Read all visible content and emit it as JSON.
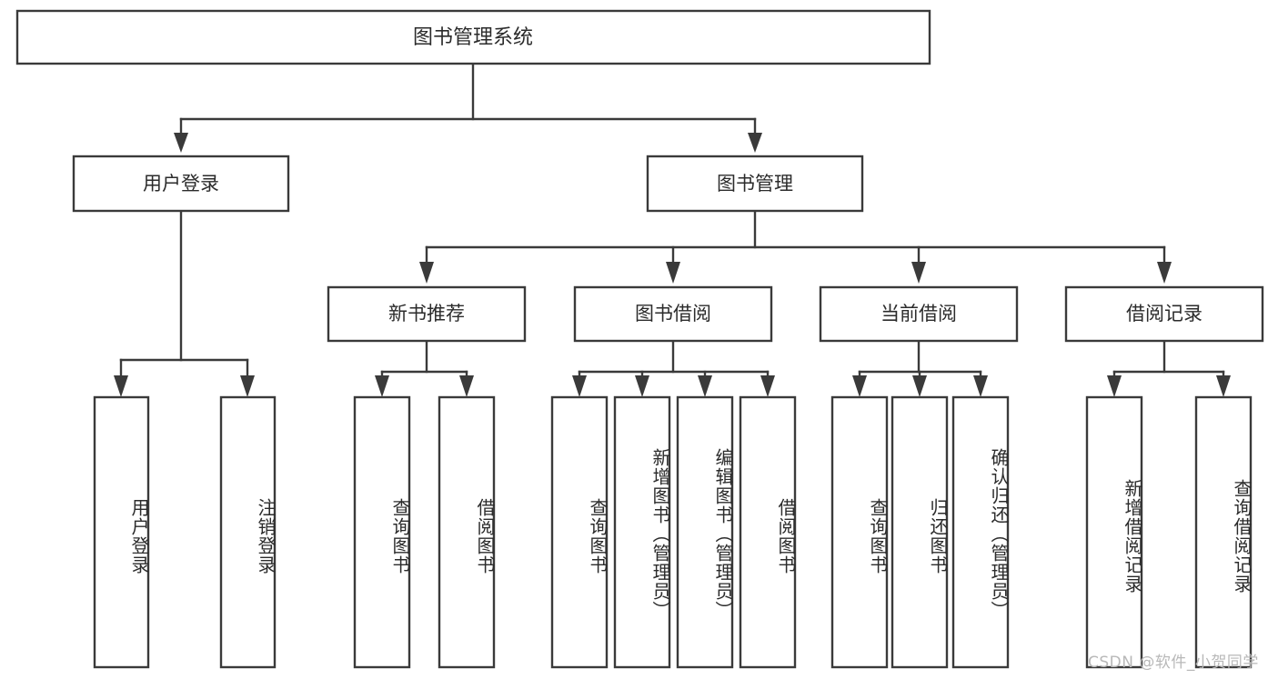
{
  "diagram": {
    "type": "tree",
    "title": "图书管理系统",
    "orientation": "top-down",
    "colors": {
      "box_stroke": "#3a3a3a",
      "box_fill": "#ffffff",
      "text": "#2b2b2b",
      "background": "#ffffff",
      "watermark": "#b8b8b8"
    },
    "root": {
      "label": "图书管理系统"
    },
    "level1": [
      {
        "label": "用户登录"
      },
      {
        "label": "图书管理"
      }
    ],
    "level2": [
      {
        "label": "新书推荐"
      },
      {
        "label": "图书借阅"
      },
      {
        "label": "当前借阅"
      },
      {
        "label": "借阅记录"
      }
    ],
    "leaves": {
      "user_login": [
        {
          "label": "用户登录"
        },
        {
          "label": "注销登录"
        }
      ],
      "new_book_recommend": [
        {
          "label": "查询图书"
        },
        {
          "label": "借阅图书"
        }
      ],
      "book_borrow": [
        {
          "label": "查询图书"
        },
        {
          "label": "新增图书（管理员）"
        },
        {
          "label": "编辑图书（管理员）"
        },
        {
          "label": "借阅图书"
        }
      ],
      "current_borrow": [
        {
          "label": "查询图书"
        },
        {
          "label": "归还图书"
        },
        {
          "label": "确认归还（管理员）"
        }
      ],
      "borrow_record": [
        {
          "label": "新增借阅记录"
        },
        {
          "label": "查询借阅记录"
        }
      ]
    }
  },
  "watermark": {
    "text": "CSDN @软件_小贺同学"
  }
}
